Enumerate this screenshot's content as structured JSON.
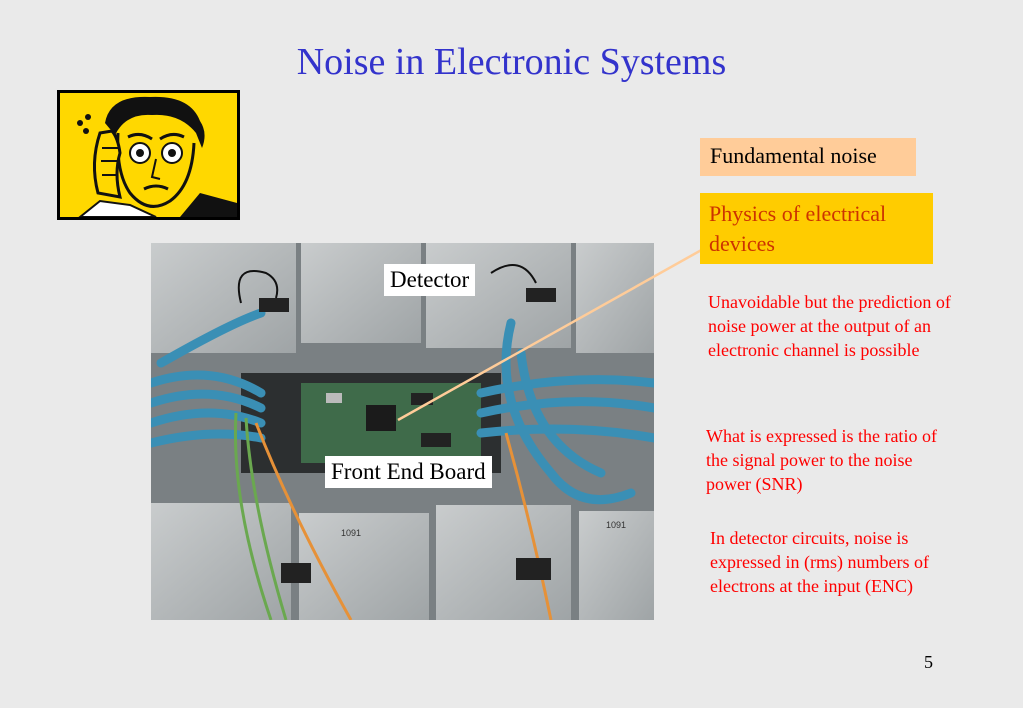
{
  "slide": {
    "title": "Noise in Electronic Systems",
    "page_number": "5"
  },
  "photo_labels": {
    "detector": "Detector",
    "front_end_board": "Front End Board",
    "board_tags": [
      "1091",
      "1091"
    ]
  },
  "boxes": {
    "fundamental": "Fundamental noise",
    "physics": "Physics of electrical devices"
  },
  "notes": {
    "unavoidable": "Unavoidable but the prediction of noise power at the output of an electronic channel is possible",
    "snr": "What is expressed is the ratio of the signal power to the noise power (SNR)",
    "enc": "In detector circuits, noise is expressed in (rms) numbers of electrons at the input (ENC)"
  },
  "colors": {
    "title": "#3333cc",
    "fundamental_bg": "#ffcc99",
    "physics_bg": "#ffcc00",
    "physics_text": "#cc3300",
    "notes_text": "#ff0000",
    "cartoon_bg": "#ffd800"
  }
}
